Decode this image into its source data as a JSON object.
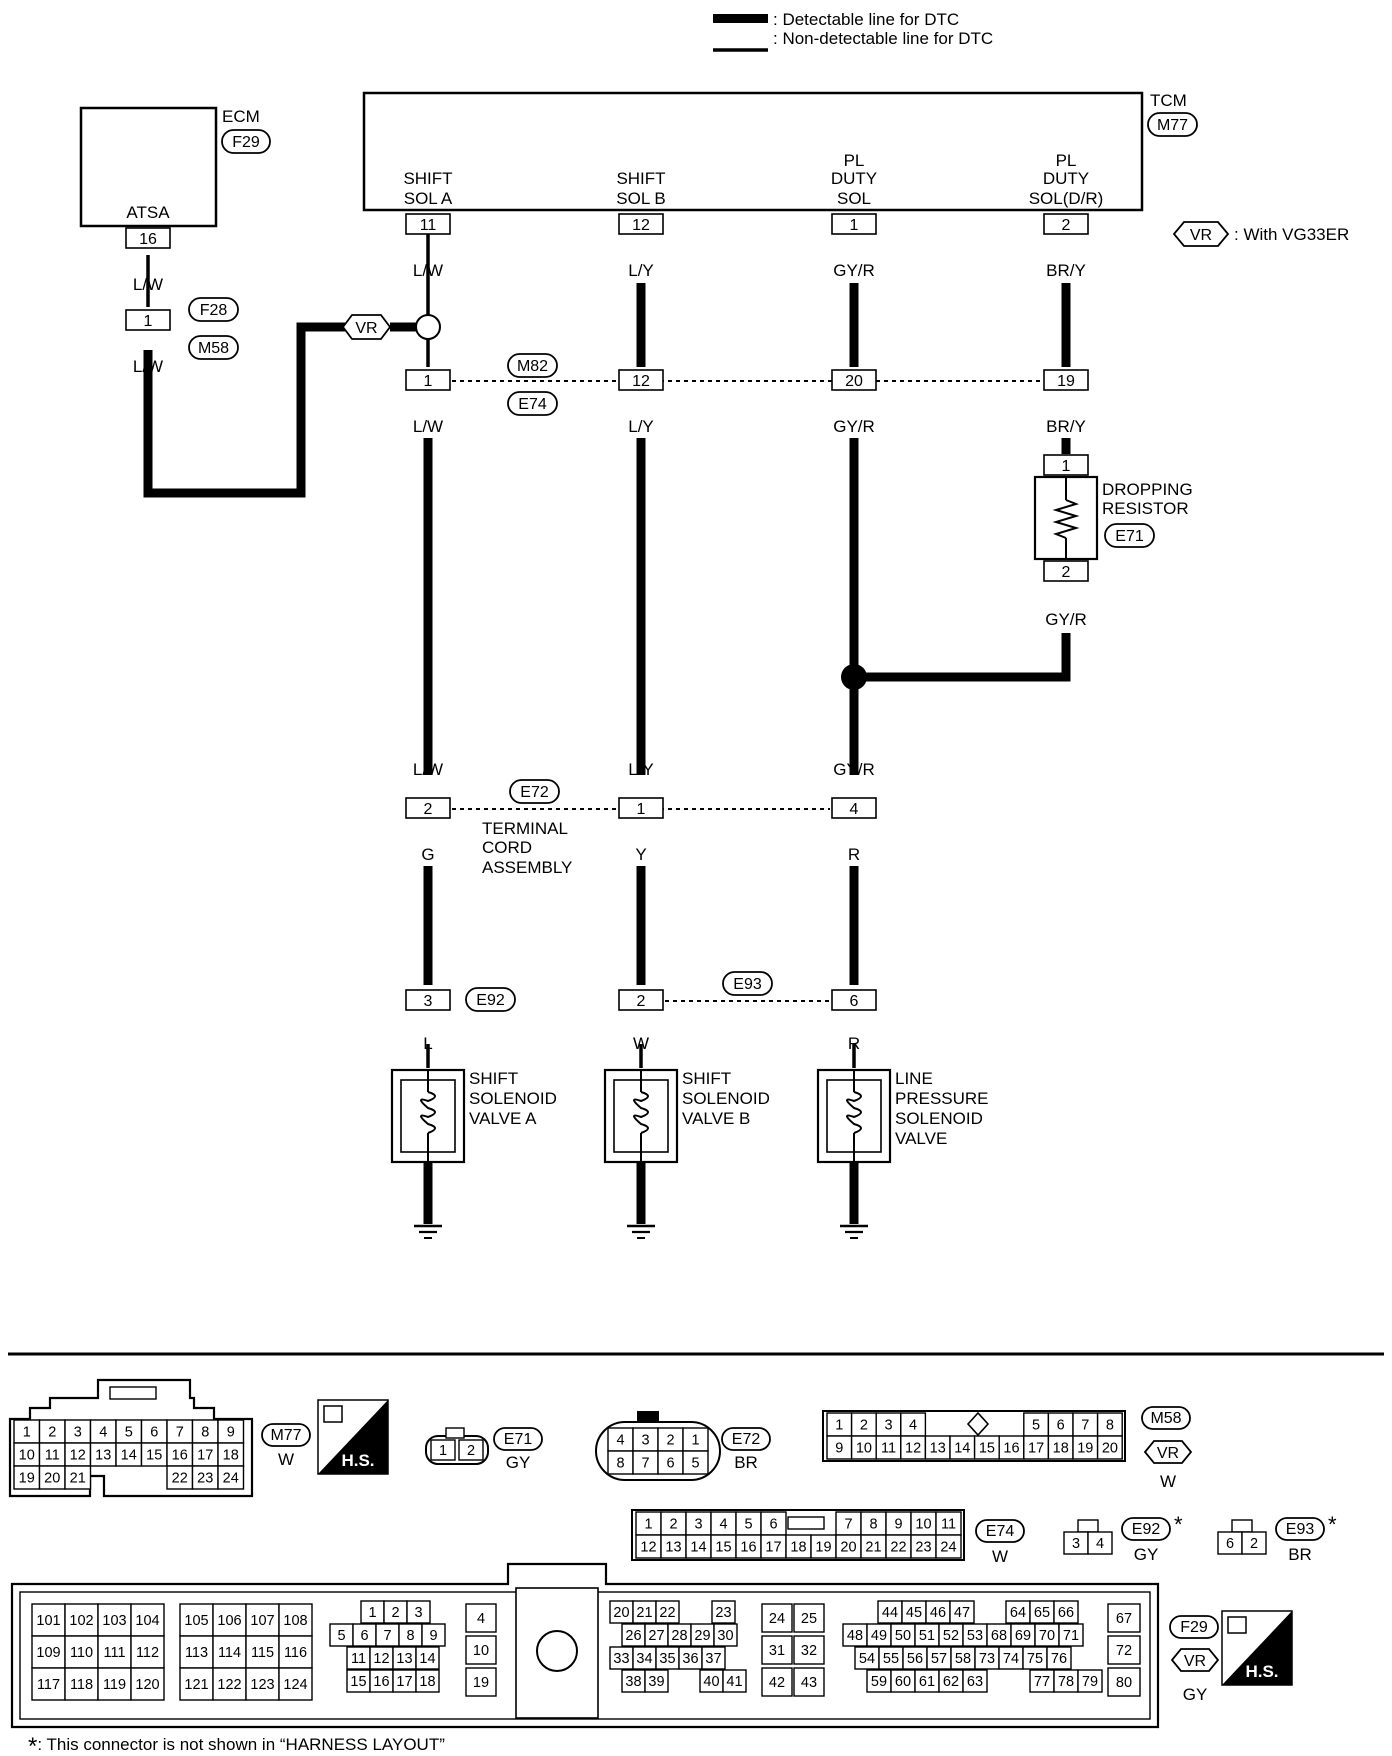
{
  "legend": {
    "detectable": ": Detectable line for DTC",
    "non_detectable": ": Non-detectable line for DTC"
  },
  "tcm": {
    "name": "TCM",
    "connector": "M77",
    "terminals": [
      {
        "l1": "",
        "l2": "SHIFT",
        "l3": "SOL A",
        "pin": "11"
      },
      {
        "l1": "",
        "l2": "SHIFT",
        "l3": "SOL B",
        "pin": "12"
      },
      {
        "l1": "PL",
        "l2": "DUTY",
        "l3": "SOL",
        "pin": "1"
      },
      {
        "l1": "PL",
        "l2": "DUTY",
        "l3": "SOL(D/R)",
        "pin": "2"
      }
    ]
  },
  "ecm": {
    "name": "ECM",
    "connector": "F29",
    "terminal": "ATSA",
    "pin": "16"
  },
  "vr_note": {
    "badge": "VR",
    "text": ": With VG33ER"
  },
  "f28": {
    "pin": "1",
    "c1": "F28",
    "c2": "M58",
    "wire_top": "L/W",
    "wire_bottom": "L/W"
  },
  "wires": {
    "tcm_out": [
      "L/W",
      "L/Y",
      "GY/R",
      "BR/Y"
    ],
    "after_m82": [
      "L/W",
      "L/Y",
      "GY/R",
      "BR/Y"
    ],
    "before_e72": [
      "L/W",
      "L/Y",
      "GY/R"
    ],
    "after_e72": [
      "G",
      "Y",
      "R"
    ],
    "before_valve": [
      "L",
      "W",
      "R"
    ],
    "resistor_out": "GY/R"
  },
  "m82": {
    "c1": "M82",
    "c2": "E74",
    "pins": [
      "1",
      "12",
      "20",
      "19"
    ]
  },
  "resistor": {
    "pin_top": "1",
    "pin_bottom": "2",
    "name1": "DROPPING",
    "name2": "RESISTOR",
    "connector": "E71"
  },
  "e72": {
    "connector": "E72",
    "pins": [
      "2",
      "1",
      "4"
    ],
    "name1": "TERMINAL",
    "name2": "CORD",
    "name3": "ASSEMBLY"
  },
  "e92": {
    "connector": "E92",
    "pin": "3"
  },
  "e93": {
    "connector": "E93",
    "pins": [
      "2",
      "6"
    ]
  },
  "valves": [
    {
      "l1": "SHIFT",
      "l2": "SOLENOID",
      "l3": "VALVE A",
      "l4": ""
    },
    {
      "l1": "SHIFT",
      "l2": "SOLENOID",
      "l3": "VALVE B",
      "l4": ""
    },
    {
      "l1": "LINE",
      "l2": "PRESSURE",
      "l3": "SOLENOID",
      "l4": "VALVE"
    }
  ],
  "connectors": {
    "m77": {
      "name": "M77",
      "color": "W",
      "rows": [
        [
          "1",
          "2",
          "3",
          "4",
          "5",
          "6",
          "7",
          "8",
          "9"
        ],
        [
          "10",
          "11",
          "12",
          "13",
          "14",
          "15",
          "16",
          "17",
          "18"
        ],
        [
          "19",
          "20",
          "21",
          "",
          "",
          "",
          "22",
          "23",
          "24"
        ]
      ]
    },
    "hs": "H.S.",
    "e71": {
      "name": "E71",
      "color": "GY",
      "pins": [
        "1",
        "2"
      ]
    },
    "e72": {
      "name": "E72",
      "color": "BR",
      "rows": [
        [
          "4",
          "3",
          "2",
          "1"
        ],
        [
          "8",
          "7",
          "6",
          "5"
        ]
      ]
    },
    "m58": {
      "name": "M58",
      "badge": "VR",
      "color": "W",
      "rows": [
        [
          "1",
          "2",
          "3",
          "4",
          "",
          "",
          "",
          "",
          "5",
          "6",
          "7",
          "8"
        ],
        [
          "9",
          "10",
          "11",
          "12",
          "13",
          "14",
          "15",
          "16",
          "17",
          "18",
          "19",
          "20"
        ]
      ]
    },
    "e74": {
      "name": "E74",
      "color": "W",
      "rows": [
        [
          "1",
          "2",
          "3",
          "4",
          "5",
          "6",
          "",
          "7",
          "8",
          "9",
          "10",
          "11"
        ],
        [
          "12",
          "13",
          "14",
          "15",
          "16",
          "17",
          "18",
          "19",
          "20",
          "21",
          "22",
          "23",
          "24"
        ]
      ]
    },
    "e92": {
      "name": "E92",
      "color": "GY",
      "pins": [
        "3",
        "4"
      ],
      "star": "*"
    },
    "e93": {
      "name": "E93",
      "color": "BR",
      "pins": [
        "6",
        "2"
      ],
      "star": "*"
    },
    "f29": {
      "name": "F29",
      "badge": "VR",
      "color": "GY",
      "g1": [
        [
          "101",
          "102",
          "103",
          "104"
        ],
        [
          "109",
          "110",
          "111",
          "112"
        ],
        [
          "117",
          "118",
          "119",
          "120"
        ]
      ],
      "g2": [
        [
          "105",
          "106",
          "107",
          "108"
        ],
        [
          "113",
          "114",
          "115",
          "116"
        ],
        [
          "121",
          "122",
          "123",
          "124"
        ]
      ],
      "g3": [
        [
          "1",
          "2",
          "3"
        ],
        [
          "5",
          "6",
          "7",
          "8",
          "9"
        ],
        [
          "11",
          "12",
          "13",
          "14"
        ],
        [
          "15",
          "16",
          "17",
          "18"
        ]
      ],
      "g4": [
        "4",
        "10",
        "19"
      ],
      "g5": [
        [
          "20",
          "21",
          "22",
          "23"
        ],
        [
          "26",
          "27",
          "28",
          "29",
          "30"
        ],
        [
          "33",
          "34",
          "35",
          "36",
          "37"
        ],
        [
          "38",
          "39",
          "40",
          "41"
        ]
      ],
      "g6": [
        [
          "24",
          "25"
        ],
        [
          "31",
          "32"
        ],
        [
          "42",
          "43"
        ]
      ],
      "g7": [
        [
          "44",
          "45",
          "46",
          "47",
          "64",
          "65",
          "66"
        ],
        [
          "48",
          "49",
          "50",
          "51",
          "52",
          "53",
          "68",
          "69",
          "70",
          "71"
        ],
        [
          "54",
          "55",
          "56",
          "57",
          "58",
          "73",
          "74",
          "75",
          "76"
        ],
        [
          "59",
          "60",
          "61",
          "62",
          "63",
          "77",
          "78",
          "79"
        ]
      ],
      "g8": [
        "67",
        "72",
        "80"
      ]
    }
  },
  "footnote": {
    "star": "*",
    "text": ": This connector is not shown in “HARNESS LAYOUT”"
  }
}
